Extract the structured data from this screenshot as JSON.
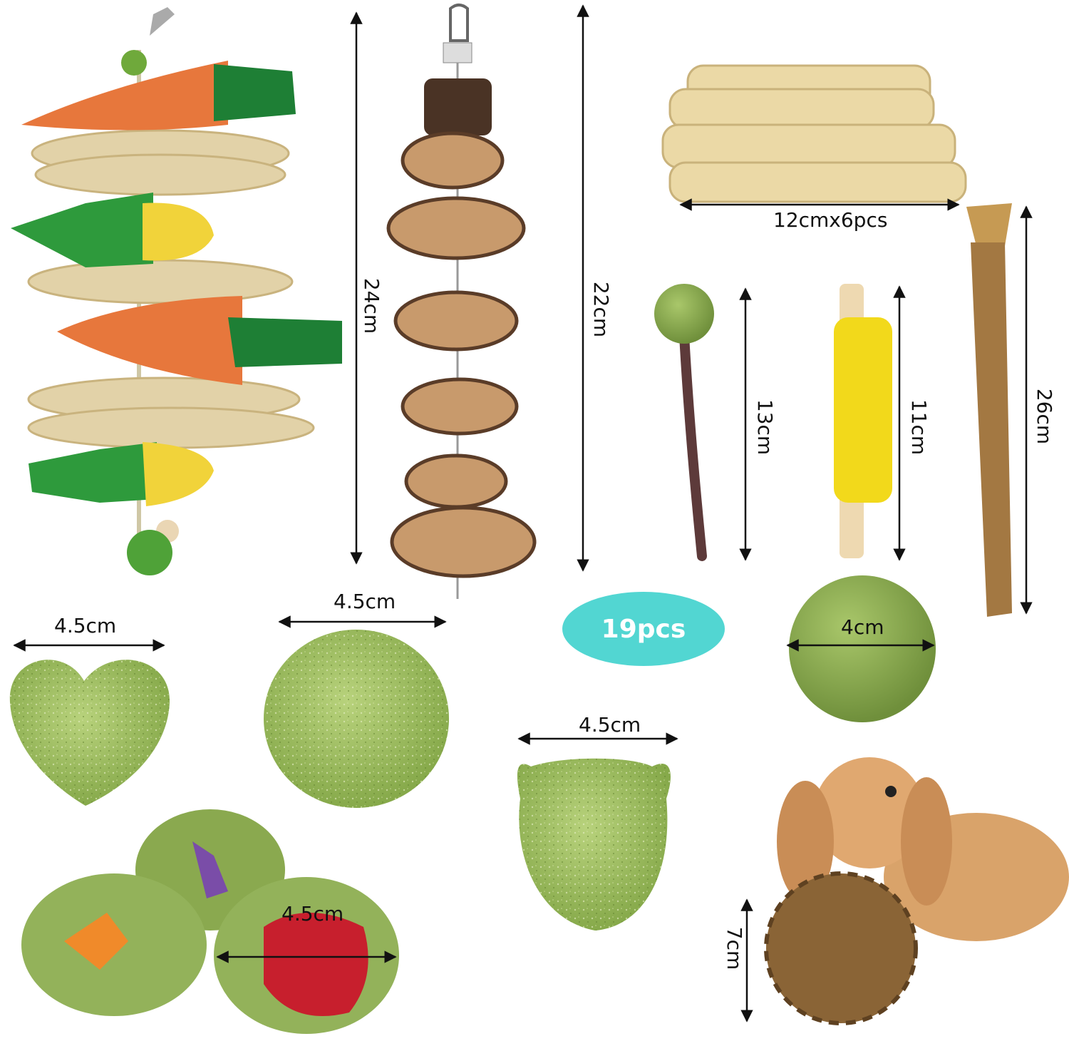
{
  "badge": {
    "text": "19pcs",
    "color": "#52d6d2"
  },
  "labels": {
    "hang_carrot": "24cm",
    "hang_wood": "22cm",
    "sticks": "12cmx6pcs",
    "grass_lolly": "13cm",
    "yellow_stick": "11cm",
    "grass_stick": "26cm",
    "heart": "4.5cm",
    "round_cake": "4.5cm",
    "ball": "4cm",
    "bear_cake": "4.5cm",
    "flower_cakes": "4.5cm",
    "woven_ball": "7cm"
  },
  "icons": [
    "hanging-carrot-toy",
    "hanging-wood-toy",
    "sweet-bamboo-sticks",
    "grass-ball-stick",
    "paper-wrapped-stick",
    "grass-woven-stick",
    "heart-grass-cake",
    "round-grass-cake",
    "grass-ball",
    "bear-grass-cake",
    "flower-grass-cakes",
    "bunny-with-woven-ball"
  ]
}
